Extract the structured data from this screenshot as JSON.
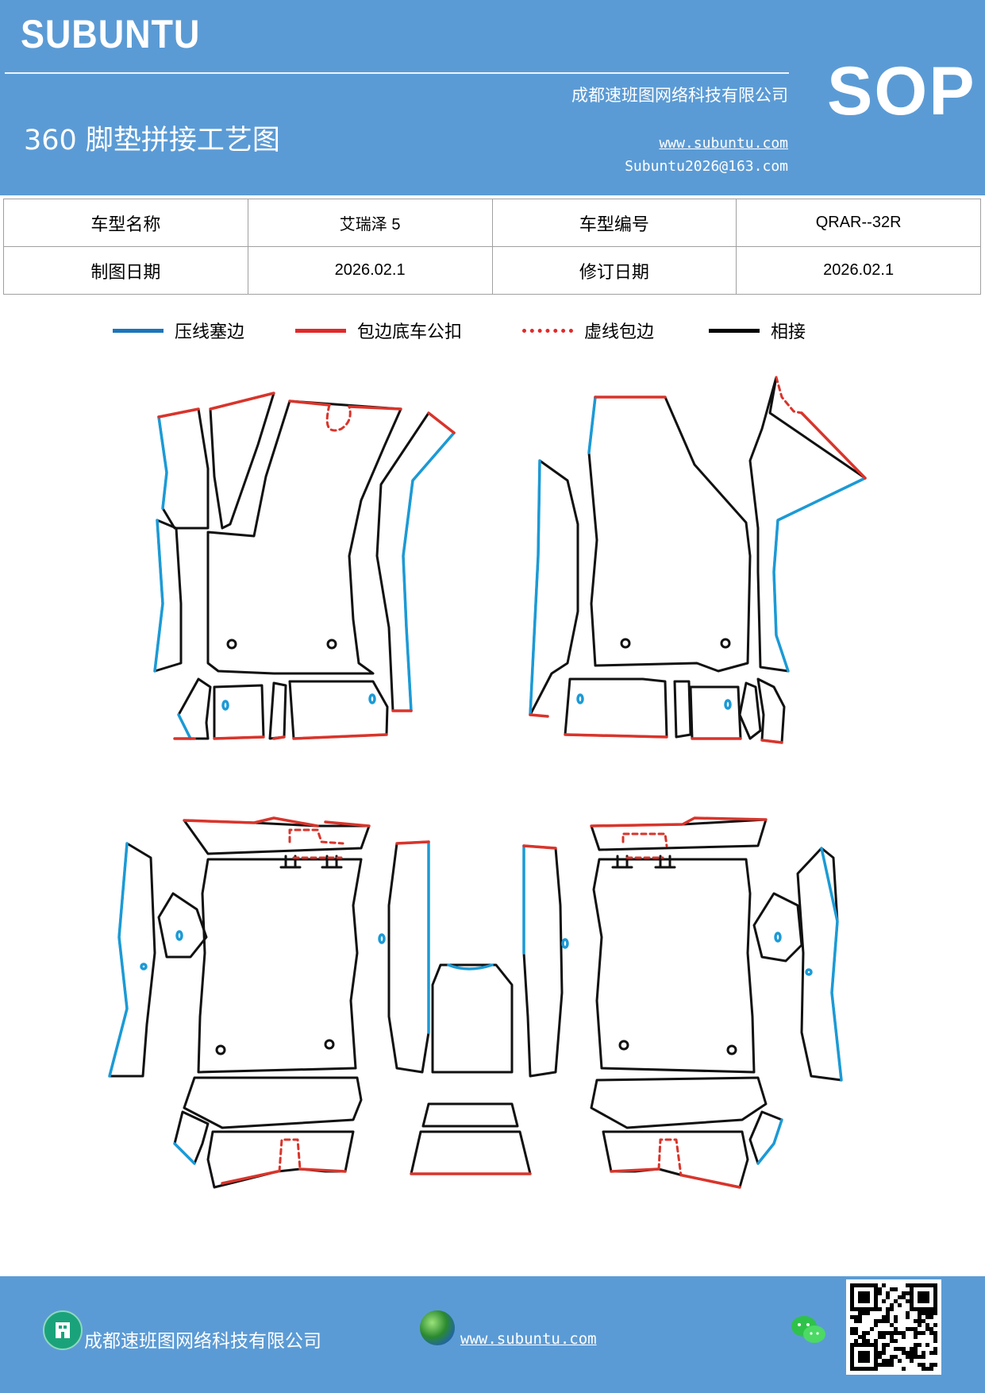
{
  "header": {
    "brand": "SUBUNTU",
    "company": "成都速班图网络科技有限公司",
    "title": "360 脚垫拼接工艺图",
    "website": "www.subuntu.com",
    "email": "Subuntu2026@163.com",
    "badge": "SOP"
  },
  "info_table": {
    "row1": {
      "label1": "车型名称",
      "value1": "艾瑞泽 5",
      "label2": "车型编号",
      "value2": "QRAR--32R"
    },
    "row2": {
      "label1": "制图日期",
      "value1": "2026.02.1",
      "label2": "修订日期",
      "value2": "2026.02.1"
    }
  },
  "legend": [
    {
      "label": "压线塞边",
      "color": "#1b75bb",
      "style": "solid"
    },
    {
      "label": "包边底车公扣",
      "color": "#e02a2a",
      "style": "solid"
    },
    {
      "label": "虚线包边",
      "color": "#e02a2a",
      "style": "dotted"
    },
    {
      "label": "相接",
      "color": "#000000",
      "style": "solid"
    }
  ],
  "colors": {
    "brand_blue": "#5b9bd5",
    "edge_blue": "#1b9ad6",
    "edge_red": "#d9342b",
    "outline": "#111111"
  },
  "footer": {
    "company": "成都速班图网络科技有限公司",
    "website": "www.subuntu.com ",
    "icons": [
      "building-icon",
      "globe-icon",
      "wechat-icon",
      "qr-code"
    ]
  }
}
